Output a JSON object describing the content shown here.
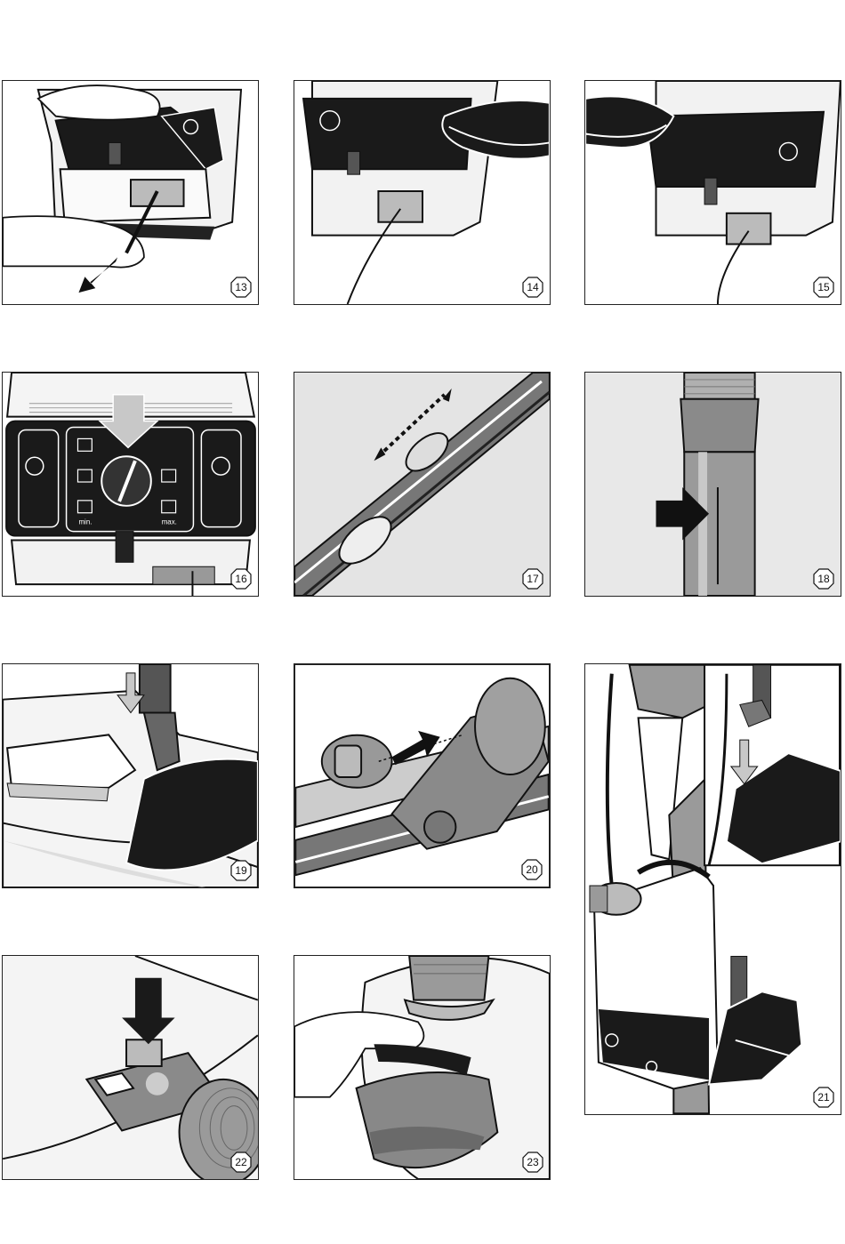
{
  "figures": [
    {
      "number": "13",
      "subject": "pull-out cable"
    },
    {
      "number": "14",
      "subject": "press rewind pedal"
    },
    {
      "number": "15",
      "subject": "press on-off pedal"
    },
    {
      "number": "16",
      "subject": "suction power dial"
    },
    {
      "number": "17",
      "subject": "telescopic tube"
    },
    {
      "number": "18",
      "subject": "tube slot"
    },
    {
      "number": "19",
      "subject": "floorhead parked"
    },
    {
      "number": "20",
      "subject": "attach floorhead"
    },
    {
      "number": "21",
      "subject": "carrying the cleaner"
    },
    {
      "number": "22",
      "subject": "dustbag indicator"
    },
    {
      "number": "23",
      "subject": "open lid"
    }
  ],
  "dial_labels": {
    "min": "min.",
    "max": "max."
  },
  "colors": {
    "outline": "#111111",
    "panel": "#1a1a1a",
    "grey": "#8a8a8a",
    "light": "#d6d6d6"
  }
}
